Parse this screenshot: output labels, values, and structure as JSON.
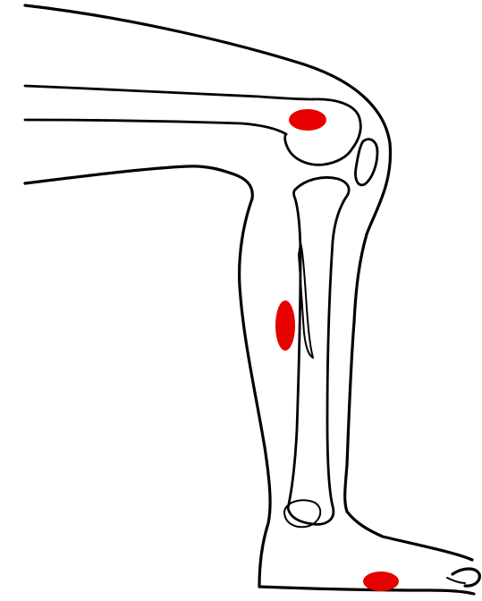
{
  "colors": {
    "background": "#ffffff",
    "outline": "#000000",
    "marker": "#e60000"
  },
  "markers": [
    {
      "name": "knee-marker"
    },
    {
      "name": "shin-marker"
    },
    {
      "name": "foot-marker"
    }
  ]
}
